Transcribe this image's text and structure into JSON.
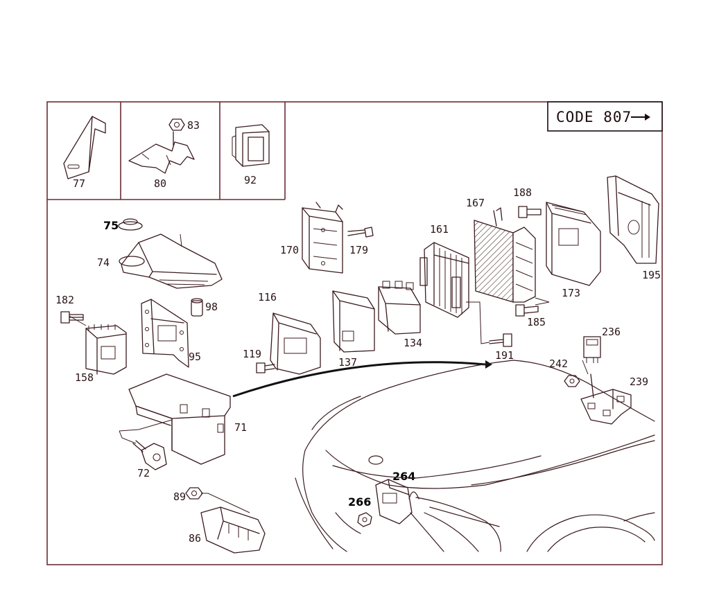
{
  "code_box": {
    "text": "CODE 807"
  },
  "inset_labels": {
    "p77": "77",
    "p80": "80",
    "p83": "83",
    "p92": "92"
  },
  "labels": {
    "p75": "75",
    "p74": "74",
    "p182": "182",
    "p158": "158",
    "p98": "98",
    "p95": "95",
    "p170": "170",
    "p179": "179",
    "p116": "116",
    "p119": "119",
    "p137": "137",
    "p134": "134",
    "p161": "161",
    "p167": "167",
    "p188": "188",
    "p173": "173",
    "p195": "195",
    "p185": "185",
    "p191": "191",
    "p236": "236",
    "p242": "242",
    "p239": "239",
    "p71": "71",
    "p72": "72",
    "p89": "89",
    "p86": "86",
    "p264": "264",
    "p266": "266"
  },
  "icons": [
    "arrow-right-icon"
  ],
  "colors": {
    "frame": "#6a2a34",
    "ink": "#3a1a1e",
    "background": "#ffffff"
  }
}
